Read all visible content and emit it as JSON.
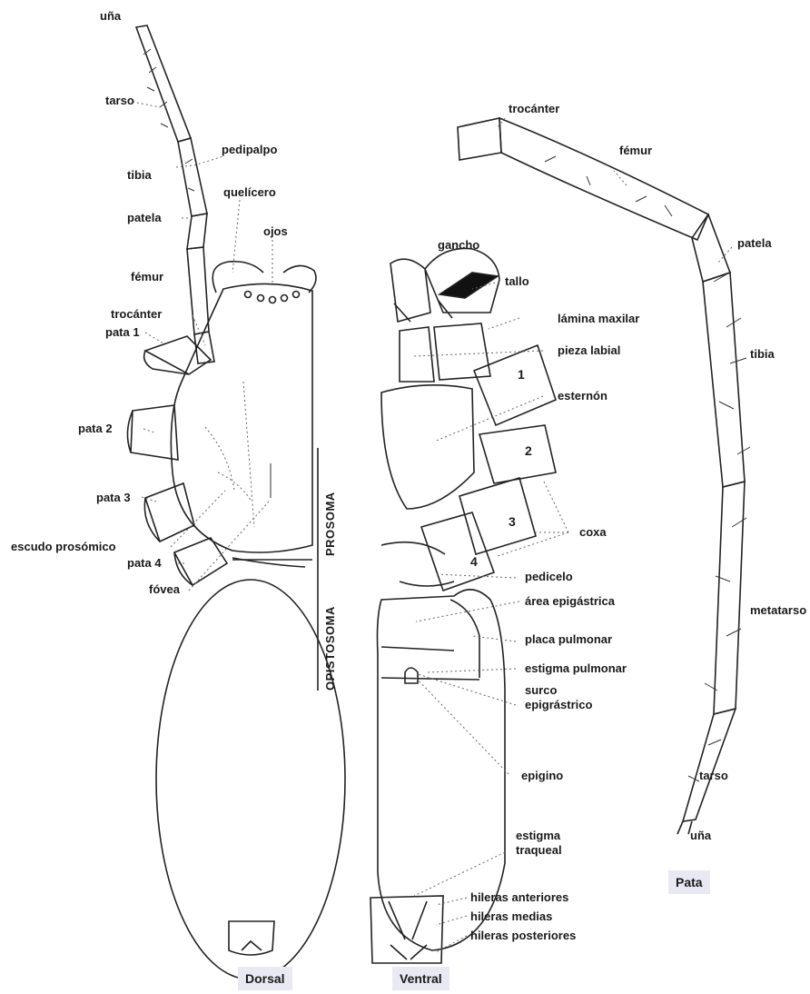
{
  "dorsal_labels": {
    "una": "uña",
    "tarso": "tarso",
    "pedipalpo": "pedipalpo",
    "tibia": "tibia",
    "quelicero": "quelícero",
    "patela": "patela",
    "ojos": "ojos",
    "femur": "fémur",
    "trocanter": "trocánter",
    "pata1": "pata 1",
    "pata2": "pata 2",
    "pata3": "pata 3",
    "escudo": "escudo prosómico",
    "pata4": "pata 4",
    "fovea": "fóvea"
  },
  "axis_labels": {
    "prosoma": "PROSOMA",
    "opistosoma": "OPISTOSOMA"
  },
  "ventral_labels": {
    "gancho": "gancho",
    "tallo": "tallo",
    "lamina": "lámina maxilar",
    "pieza": "pieza labial",
    "esternon": "esternón",
    "coxa": "coxa",
    "pedicelo": "pedicelo",
    "area": "área epigástrica",
    "placa": "placa pulmonar",
    "estigma_pulmonar": "estigma pulmonar",
    "surco_1": "surco",
    "surco_2": "epigrástrico",
    "epigino": "epigino",
    "estigma_traq_1": "estigma",
    "estigma_traq_2": "traqueal",
    "hileras_ant": "hileras anteriores",
    "hileras_med": "hileras medias",
    "hileras_post": "hileras posteriores"
  },
  "coxa_numbers": [
    "1",
    "2",
    "3",
    "4"
  ],
  "leg_labels": {
    "trocanter": "trocánter",
    "femur": "fémur",
    "patela": "patela",
    "tibia": "tibia",
    "metatarso": "metatarso",
    "tarso": "tarso",
    "una": "uña"
  },
  "captions": {
    "dorsal": "Dorsal",
    "ventral": "Ventral",
    "pata": "Pata"
  }
}
